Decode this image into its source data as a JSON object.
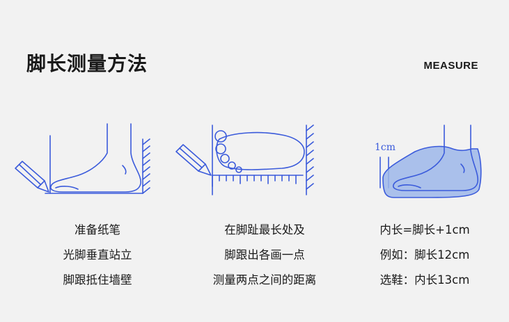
{
  "header": {
    "title": "脚长测量方法",
    "tag": "MEASURE"
  },
  "steps": [
    {
      "lines": [
        "准备纸笔",
        "光脚垂直站立",
        "脚跟抵住墙壁"
      ]
    },
    {
      "lines": [
        "在脚趾最长处及",
        "脚跟出各画一点",
        "测量两点之间的距离"
      ]
    },
    {
      "lines": [
        "内长=脚长+1cm",
        "例如：脚长12cm",
        "选鞋：内长13cm"
      ]
    }
  ],
  "illustration": {
    "margin_label": "1cm"
  },
  "colors": {
    "line": "#3b5bdb",
    "fill": "#9db7ea",
    "text": "#1a1a1a",
    "background": "#f2f2f2"
  }
}
